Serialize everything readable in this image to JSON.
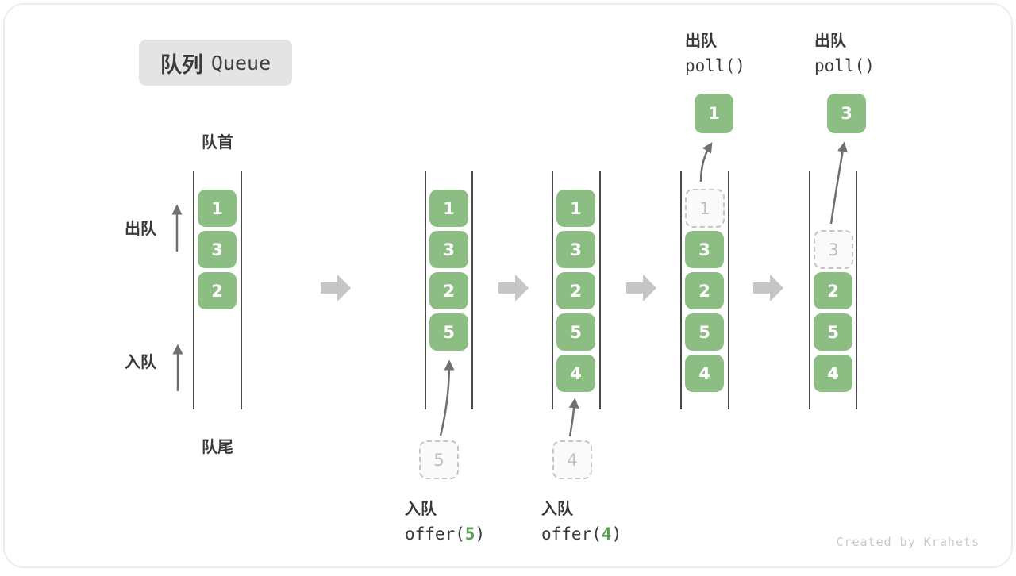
{
  "title": {
    "zh": "队列",
    "en": "Queue"
  },
  "labels": {
    "front": "队首",
    "rear": "队尾",
    "dequeue": "出队",
    "enqueue": "入队"
  },
  "columns": [
    {
      "filled": [
        "1",
        "3",
        "2"
      ]
    },
    {
      "filled": [
        "1",
        "3",
        "2",
        "5"
      ],
      "incoming": "5"
    },
    {
      "filled": [
        "1",
        "3",
        "2",
        "5",
        "4"
      ],
      "incoming": "4"
    },
    {
      "removed": "1",
      "filled": [
        "3",
        "2",
        "5",
        "4"
      ],
      "polled": "1"
    },
    {
      "removed": "3",
      "filled": [
        "2",
        "5",
        "4"
      ],
      "polled": "3"
    }
  ],
  "operations": {
    "enqueue5": {
      "label": "入队",
      "fn_open": "offer(",
      "arg": "5",
      "fn_close": ")"
    },
    "enqueue4": {
      "label": "入队",
      "fn_open": "offer(",
      "arg": "4",
      "fn_close": ")"
    },
    "poll_first": {
      "label": "出队",
      "code": "poll()"
    },
    "poll_second": {
      "label": "出队",
      "code": "poll()"
    }
  },
  "footer": "Created by Krahets",
  "colors": {
    "box_green": "#8CBE83",
    "arg_green": "#5BA152",
    "dashed_gray": "#C5C5C5",
    "block_arrow_gray": "#C6C6C6",
    "line_dark": "#4A4A4A",
    "badge_bg": "#E4E4E4"
  }
}
